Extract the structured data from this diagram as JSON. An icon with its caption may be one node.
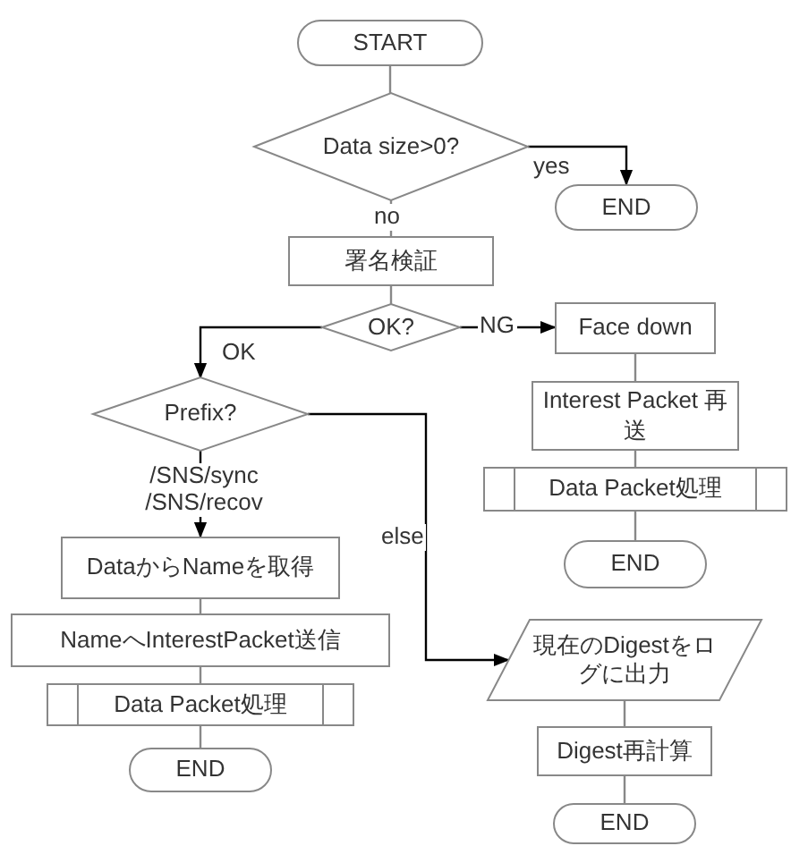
{
  "diagram": {
    "nodes": [
      {
        "text": [
          "START"
        ]
      },
      {
        "text": [
          "Data size>0?"
        ]
      },
      {
        "text": [
          "END"
        ]
      },
      {
        "text": [
          "署名検証"
        ]
      },
      {
        "text": [
          "OK?"
        ]
      },
      {
        "text": [
          "Face down"
        ]
      },
      {
        "text": [
          "Prefix?"
        ]
      },
      {
        "text": [
          "Interest Packet 再送"
        ]
      },
      {
        "text": [
          "Data Packet処理"
        ]
      },
      {
        "text": [
          "END"
        ]
      },
      {
        "text": [
          "DataからNameを取得"
        ]
      },
      {
        "text": [
          "NameへInterestPacket送信"
        ]
      },
      {
        "text": [
          "Data Packet処理"
        ]
      },
      {
        "text": [
          "END"
        ]
      },
      {
        "text": [
          "現在のDigestをログに出力"
        ]
      },
      {
        "text": [
          "Digest再計算"
        ]
      },
      {
        "text": [
          "END"
        ]
      }
    ],
    "edges": [
      {
        "from": 0,
        "to": 1,
        "arrow": "none"
      },
      {
        "from": 1,
        "to": 2,
        "arrow": "to",
        "label": "yes",
        "color": "#000000"
      },
      {
        "from": 1,
        "to": 3,
        "arrow": "none",
        "label": "no"
      },
      {
        "from": 3,
        "to": 4,
        "arrow": "none"
      },
      {
        "from": 4,
        "to": 5,
        "arrow": "to",
        "label": "NG",
        "color": "#000000"
      },
      {
        "from": 4,
        "to": 6,
        "arrow": "to",
        "label": "OK",
        "color": "#000000"
      },
      {
        "from": 6,
        "to": 10,
        "arrow": "to",
        "label": "/SNS/sync /SNS/recov",
        "color": "#000000"
      },
      {
        "from": 6,
        "to": 14,
        "arrow": "to",
        "label": "else",
        "color": "#000000"
      },
      {
        "from": 5,
        "to": 7,
        "arrow": "none"
      },
      {
        "from": 7,
        "to": 8,
        "arrow": "none"
      },
      {
        "from": 8,
        "to": 9,
        "arrow": "none"
      },
      {
        "from": 10,
        "to": 11,
        "arrow": "none"
      },
      {
        "from": 11,
        "to": 12,
        "arrow": "none"
      },
      {
        "from": 12,
        "to": 13,
        "arrow": "none"
      },
      {
        "from": 14,
        "to": 15,
        "arrow": "none"
      },
      {
        "from": 15,
        "to": 16,
        "arrow": "none"
      }
    ]
  }
}
